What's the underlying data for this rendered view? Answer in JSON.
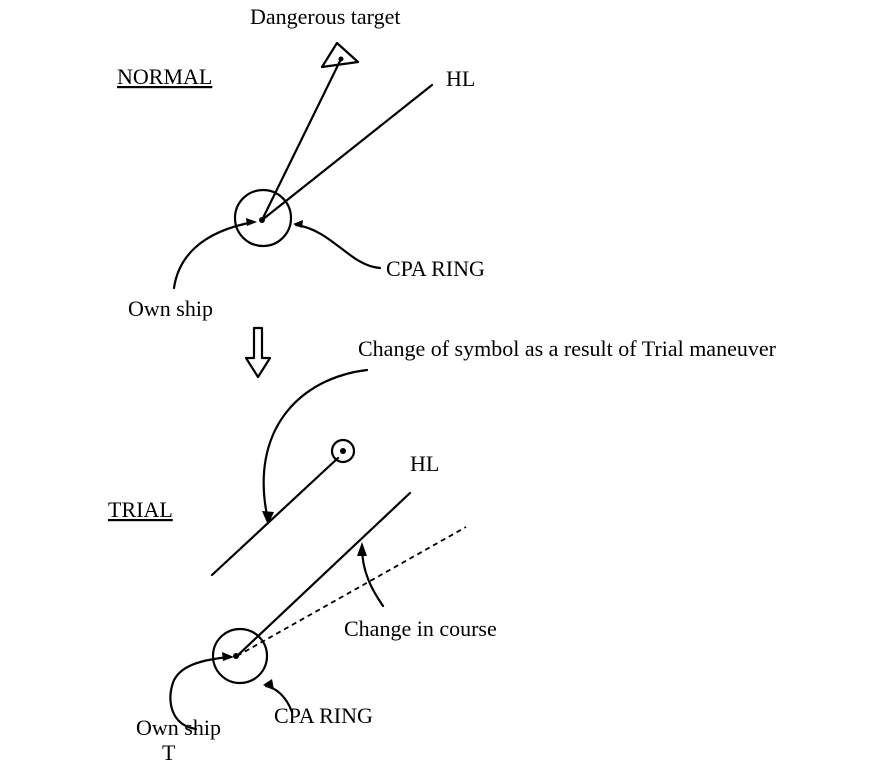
{
  "normal": {
    "heading": "NORMAL",
    "target_label": "Dangerous target",
    "hl_label": "HL",
    "own_ship_label": "Own ship",
    "cpa_ring_label": "CPA RING"
  },
  "arrow": {
    "caption": "Change of symbol as a result of Trial maneuver"
  },
  "trial": {
    "heading": "TRIAL",
    "hl_label": "HL",
    "course_change_label": "Change in course",
    "own_ship_label": "Own ship",
    "own_ship_mark": "T",
    "cpa_ring_label": "CPA RING"
  },
  "colors": {
    "ink": "#000000",
    "background": "#ffffff"
  }
}
